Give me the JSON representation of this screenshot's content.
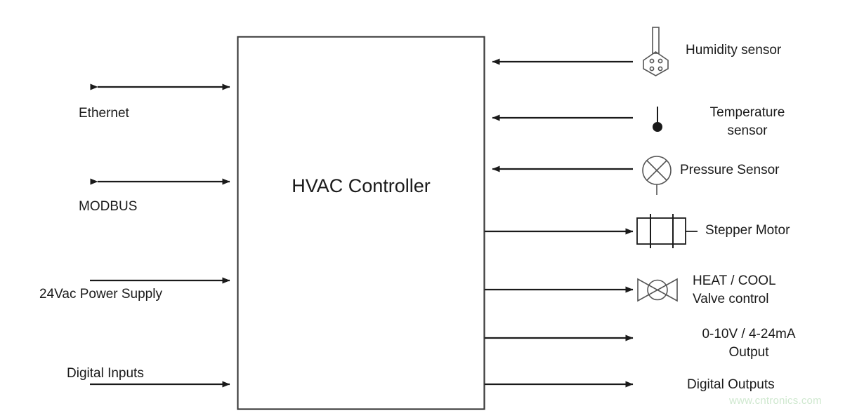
{
  "diagram": {
    "title": "HVAC Controller",
    "controller": {
      "label": "HVAC Controller"
    },
    "left_ports": [
      {
        "label": "Ethernet",
        "direction": "bidirectional"
      },
      {
        "label": "MODBUS",
        "direction": "bidirectional"
      },
      {
        "label": "24Vac Power Supply",
        "direction": "in"
      },
      {
        "label": "Digital Inputs",
        "direction": "in"
      }
    ],
    "right_inputs": [
      {
        "label": "Humidity sensor",
        "icon": "humidity-sensor-icon",
        "direction": "in"
      },
      {
        "label": "Temperature\nsensor",
        "icon": "temperature-sensor-icon",
        "direction": "in"
      },
      {
        "label": "Pressure Sensor",
        "icon": "pressure-sensor-icon",
        "direction": "in"
      }
    ],
    "right_outputs": [
      {
        "label": "Stepper Motor",
        "icon": "stepper-motor-icon",
        "direction": "out"
      },
      {
        "label": "HEAT / COOL\nValve control",
        "icon": "valve-icon",
        "direction": "out"
      },
      {
        "label": "0-10V / 4-24mA\nOutput",
        "icon": "none",
        "direction": "out"
      },
      {
        "label": "Digital Outputs",
        "icon": "none",
        "direction": "out"
      }
    ],
    "watermark": "www.cntronics.com",
    "colors": {
      "stroke": "#1a1a1a",
      "background": "#ffffff",
      "text": "#1a1a1a",
      "watermark": "#cfe8cf"
    }
  }
}
